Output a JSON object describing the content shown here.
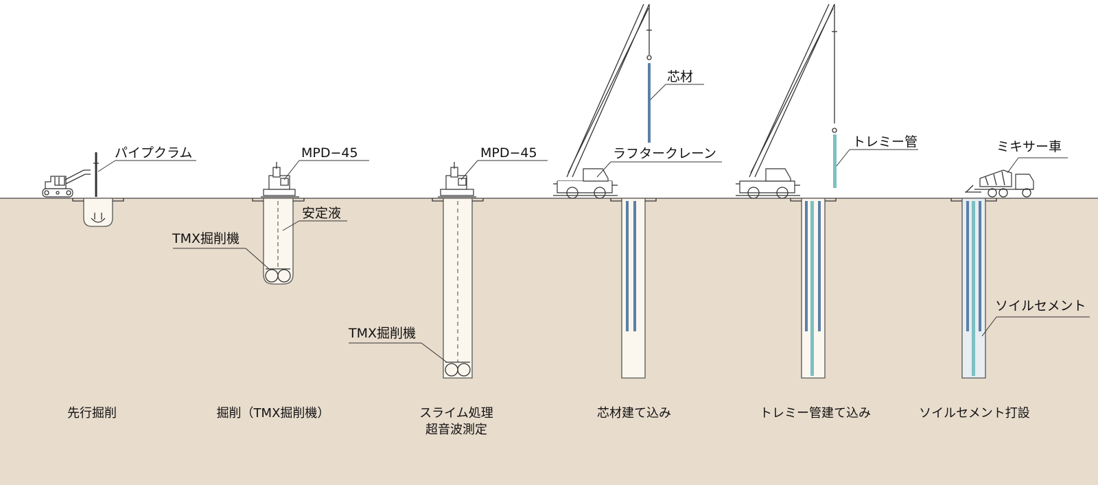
{
  "colors": {
    "ground": "#e8dccd",
    "hole_fill": "#fbf7ee",
    "hole_wall": "#555555",
    "core_steel": "#5b7fa8",
    "tremie_pipe": "#7cc0c2",
    "soil_cement": "#e7edf0",
    "line": "#333333"
  },
  "labels": {
    "pipe_clam": "パイプクラム",
    "mpd_1": "MPD−45",
    "stabilizer": "安定液",
    "tmx_1": "TMX掘削機",
    "mpd_2": "MPD−45",
    "tmx_2": "TMX掘削機",
    "core_material": "芯材",
    "rough_crane": "ラフタークレーン",
    "tremie": "トレミー管",
    "mixer_truck": "ミキサー車",
    "soil_cement": "ソイルセメント"
  },
  "steps": [
    {
      "caption": "先行掘削"
    },
    {
      "caption": "掘削（TMX掘削機）"
    },
    {
      "caption": "スライム処理",
      "caption2": "超音波測定"
    },
    {
      "caption": "芯材建て込み"
    },
    {
      "caption": "トレミー管建て込み"
    },
    {
      "caption": "ソイルセメント打設"
    }
  ]
}
